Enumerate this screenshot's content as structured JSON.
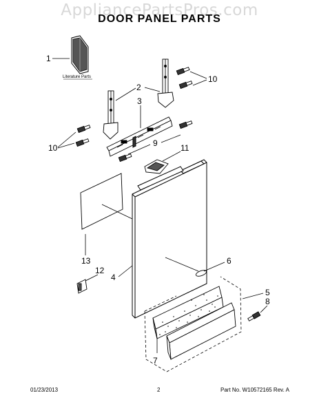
{
  "watermark": "AppliancePartsPros.com",
  "title": "DOOR PANEL PARTS",
  "callouts": [
    "1",
    "2",
    "3",
    "4",
    "5",
    "6",
    "7",
    "8",
    "9",
    "10",
    "10",
    "11",
    "12",
    "13"
  ],
  "literature_label": "Literature Parts",
  "footer": {
    "date": "01/23/2013",
    "page": "2",
    "part_no": "Part No.  W10572165  Rev. A"
  }
}
